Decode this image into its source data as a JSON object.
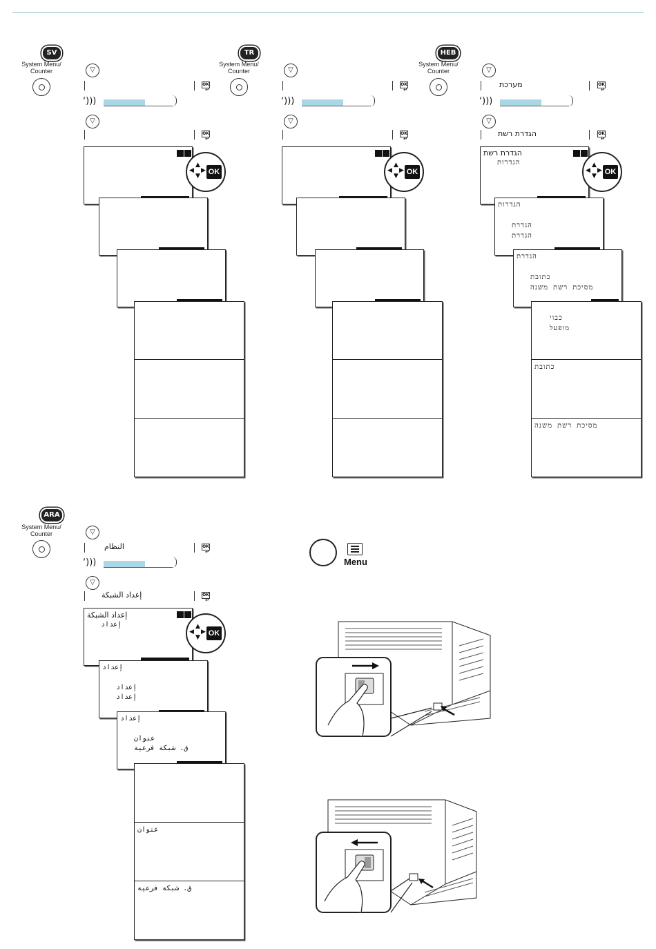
{
  "common": {
    "system_menu_label_1": "System Menu/",
    "system_menu_label_2": "Counter",
    "ok_label": "OK",
    "ok_small": "OK",
    "down_arrow": "▽",
    "voice_icon": "ʻ)))",
    "progress_level": 0.6
  },
  "sections": {
    "sv": {
      "badge": "SV"
    },
    "tr": {
      "badge": "TR"
    },
    "heb": {
      "badge": "HEB",
      "line1": "מערכת",
      "line2": "הגדרת רשת",
      "screen1": {
        "title": "הגדרת רשת",
        "line": "הגדרות"
      },
      "screen2": {
        "line0": "הגדרות",
        "line1": "הגדרת",
        "line2": "הגדרת"
      },
      "screen3": {
        "line0": "הגדרת",
        "line1": "כתובת",
        "line2": "מסיכת רשת משנה"
      },
      "screen4": {
        "line1": "כבוי",
        "line2": "מופעל"
      },
      "screen5": {
        "line0": "כתובת"
      },
      "screen6": {
        "line0": "מסיכת רשת משנה"
      }
    },
    "ara": {
      "badge": "ARA",
      "line1": "النظام",
      "line2": "إعداد الشبكة",
      "screen1": {
        "title": "إعداد الشبكة",
        "line": "إعداد"
      },
      "screen2": {
        "line0": "إعداد",
        "line1": "إعداد",
        "line2": "إعداد"
      },
      "screen3": {
        "line0": "إعداد",
        "line1": "عنوان",
        "line2": "ق. شبكة فرعية"
      },
      "screen5": {
        "line0": "عنوان"
      },
      "screen6": {
        "line0": "ق. شبكة فرعية"
      }
    }
  },
  "menu_button": {
    "label": "Menu"
  }
}
